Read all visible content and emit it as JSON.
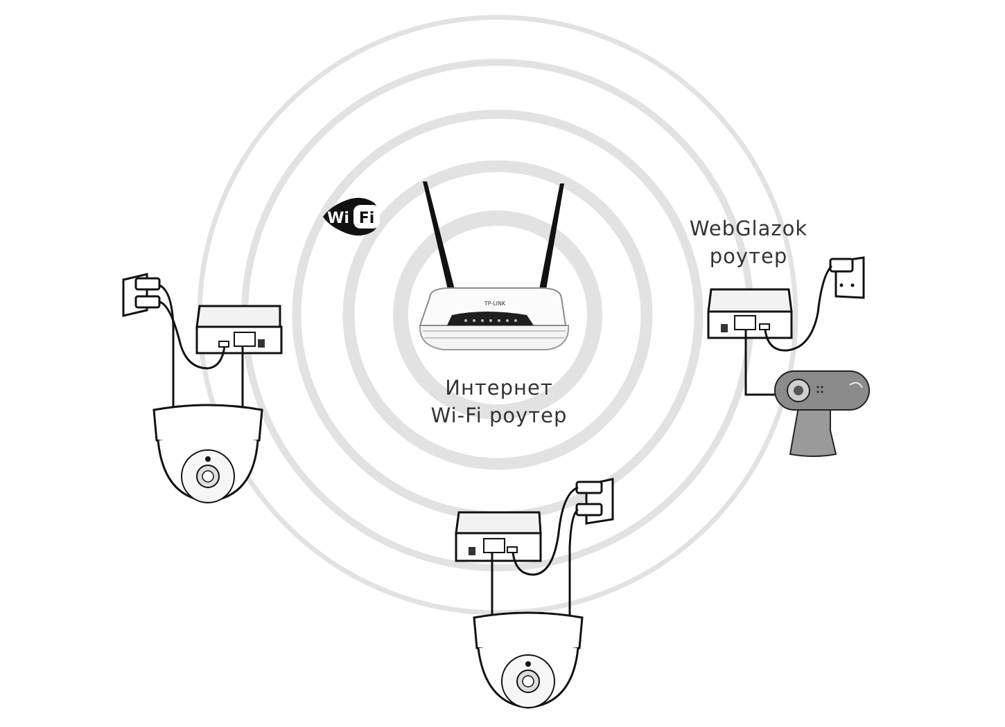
{
  "main_router": {
    "brand": "TP-LINK",
    "label_line1": "Интернет",
    "label_line2": "Wi-Fi роутер"
  },
  "wifi_logo": {
    "part1": "Wi",
    "part2": "Fi"
  },
  "webglazok_router": {
    "label_line1": "WebGlazok",
    "label_line2": "роутер"
  },
  "colors": {
    "rings": "#e2e2e2",
    "lines": "#111111",
    "text": "#333333"
  }
}
